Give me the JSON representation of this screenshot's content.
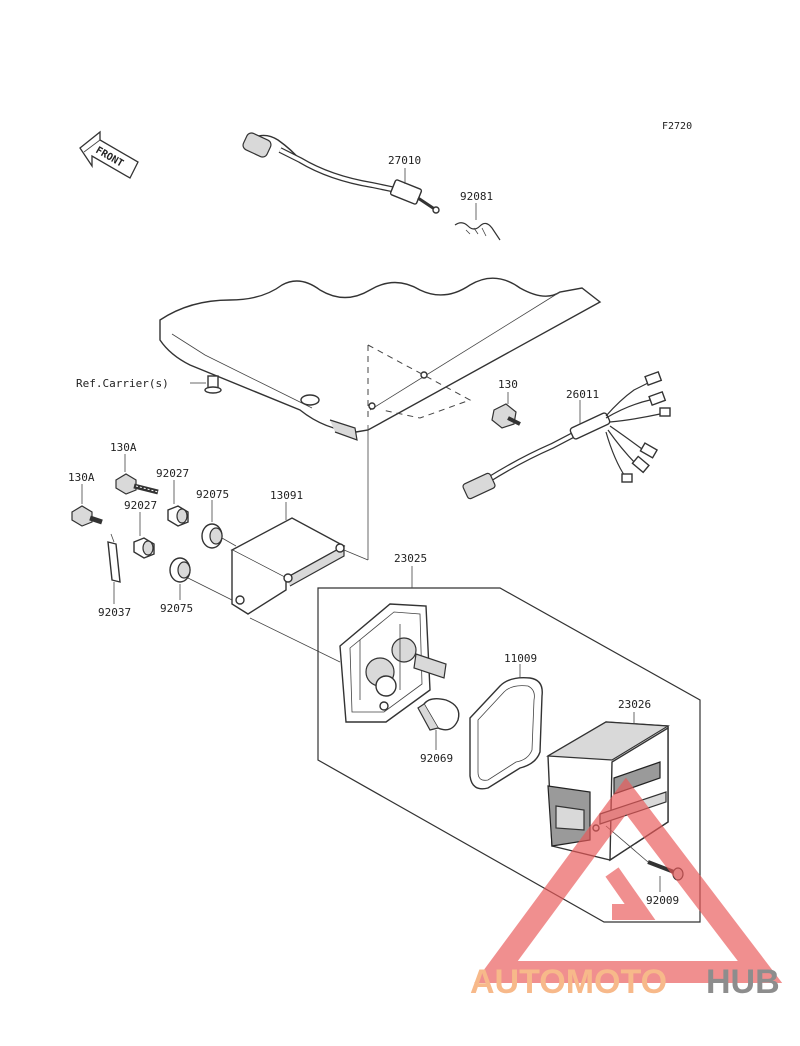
{
  "diagram": {
    "figure_code": "F2720",
    "front_label": "FRONT",
    "reference_label": "Ref.Carrier(s)",
    "parts": {
      "p27010": "27010",
      "p92081": "92081",
      "p130": "130",
      "p26011": "26011",
      "p130A_a": "130A",
      "p130A_b": "130A",
      "p92027_a": "92027",
      "p92027_b": "92027",
      "p92075_a": "92075",
      "p92075_b": "92075",
      "p13091": "13091",
      "p92037": "92037",
      "p23025": "23025",
      "p11009": "11009",
      "p23026": "23026",
      "p92069": "92069",
      "p92009": "92009"
    }
  },
  "watermark": {
    "text_a": "AUTOMOTO",
    "text_b": "HUB",
    "color_a": "#f7b98a",
    "color_b": "#8d8d8d",
    "logo_color": "#ea5a5a"
  }
}
